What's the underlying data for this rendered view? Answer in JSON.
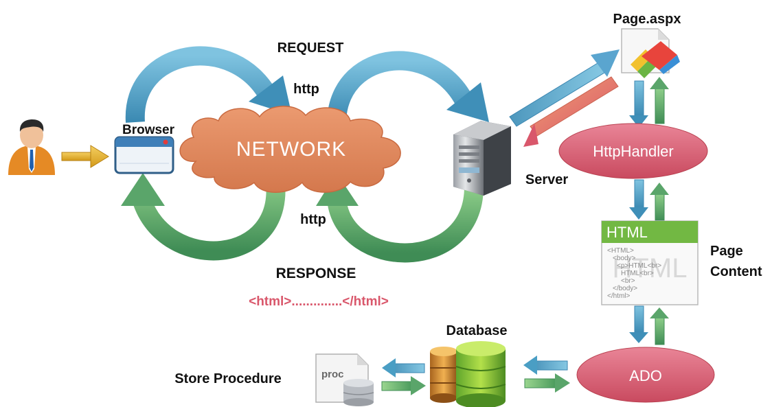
{
  "labels": {
    "request": "REQUEST",
    "http_top": "http",
    "http_bottom": "http",
    "response": "RESPONSE",
    "response_tag": "<html>..............</html>",
    "browser": "Browser",
    "network": "NETWORK",
    "server": "Server",
    "page_aspx": "Page.aspx",
    "http_handler": "HttpHandler",
    "page_content_line1": "Page",
    "page_content_line2": "Content",
    "html_header": "HTML",
    "html_watermark": "HTML",
    "html_code": [
      "<HTML>",
      "<body>",
      "<p>HTML<br>",
      "HTML<br>",
      "<br>",
      "</body>",
      "</html>"
    ],
    "database": "Database",
    "ado": "ADO",
    "store_procedure": "Store Procedure",
    "proc": "proc"
  },
  "colors": {
    "request_arrow": "#4a9ec4",
    "response_arrow": "#5aa56a",
    "cloud": "#e0875a",
    "ellipse": "#d9576b",
    "user_arrow": "#e0a726",
    "response_text": "#d9576b"
  },
  "icons": {
    "user": "user-icon",
    "browser": "browser-window-icon",
    "server": "server-icon",
    "page_aspx": "aspx-file-icon",
    "database": "database-icon",
    "proc": "proc-file-icon"
  }
}
